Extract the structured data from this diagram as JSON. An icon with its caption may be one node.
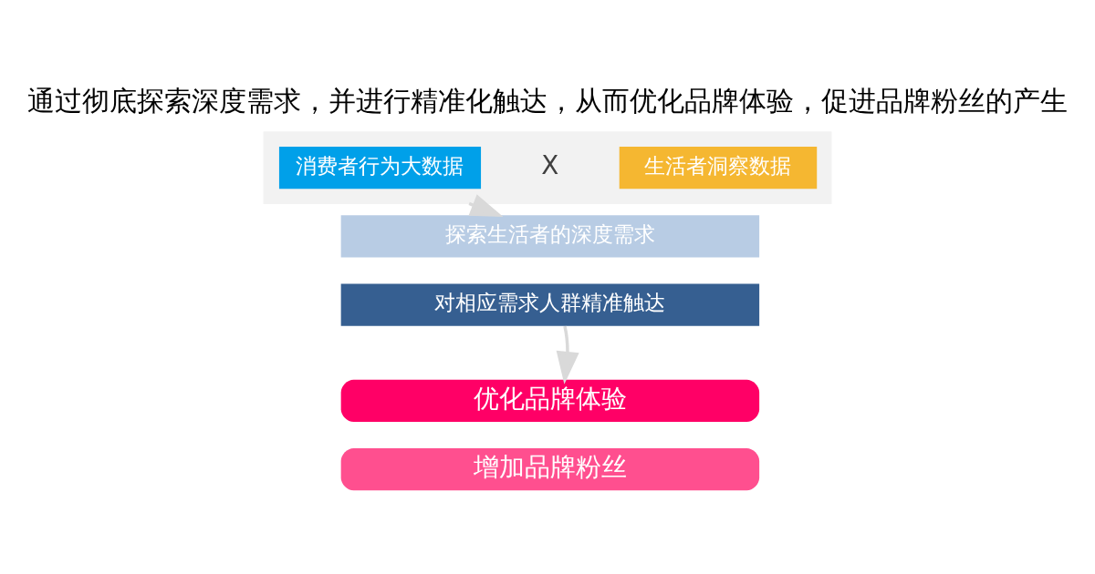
{
  "diagram": {
    "title": "通过彻底探索深度需求，并进行精准化触达，从而优化品牌体验，促进品牌粉丝的产生",
    "nodes": [
      {
        "text": [],
        "shape": "box"
      },
      {
        "text": [
          "消费者行为大数据"
        ],
        "in": 0
      },
      {
        "text": [
          "生活者洞察数据"
        ],
        "in": 0
      },
      {
        "text": [
          "探索生活者的深度需求"
        ]
      },
      {
        "text": [
          "对相应需求人群精准触达"
        ]
      },
      {
        "text": [
          "优化品牌体验"
        ]
      },
      {
        "text": [
          "增加品牌粉丝"
        ]
      }
    ],
    "edges": [
      {
        "from": 0,
        "to": 3,
        "arrow": "to"
      },
      {
        "from": 4,
        "to": 5,
        "arrow": "to"
      }
    ],
    "labels": [
      "X"
    ]
  }
}
